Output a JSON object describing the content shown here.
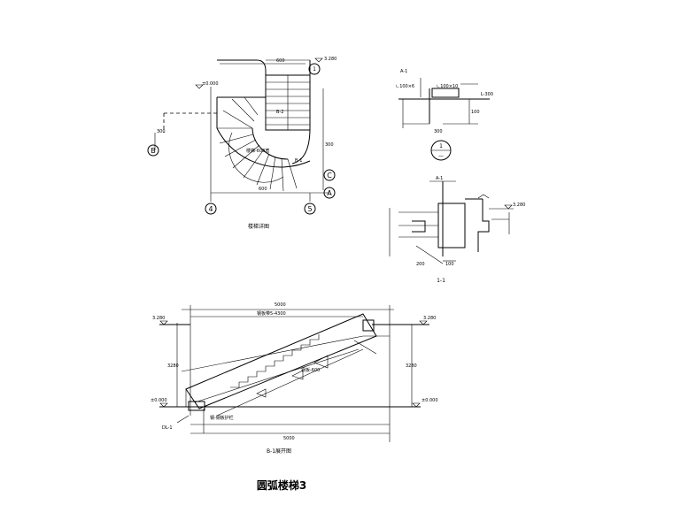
{
  "plan": {
    "title": "楼梯详图",
    "axis_labels": {
      "left_b": "B",
      "bottom_4": "4",
      "bottom_5": "5",
      "right_c": "C",
      "right_a": "A"
    },
    "levels": {
      "top": "3.280",
      "left": "±0.000"
    },
    "labels": {
      "b1": "B-1",
      "b2": "B-2",
      "stair_note": "楼梯-600宽",
      "dim_bottom": "600",
      "dim_right": "300",
      "dim_left": "300",
      "dim_top": "600"
    }
  },
  "section_marker": {
    "number": "1",
    "sub": "—"
  },
  "detail1": {
    "labels": {
      "a": "A-1",
      "b": "L-300",
      "c": "∟100×6",
      "d": "∟100×10",
      "e": "100",
      "f": "300"
    }
  },
  "section11": {
    "title": "1-1",
    "level": "3.280",
    "labels": {
      "a": "A-1",
      "b": "200",
      "c": "100"
    }
  },
  "elevation": {
    "title": "B-1展开图",
    "levels": {
      "left_top": "3.280",
      "left_bottom": "±0.000",
      "right_top": "3.280",
      "right_bottom": "±0.000"
    },
    "tag": "DL-1",
    "labels": {
      "top_dim": "5000",
      "mid_dim": "钢板带5-4300",
      "left_dim": "3280",
      "right_dim": "3280",
      "bottom_dim": "5000",
      "note": "钢-钢板护栏",
      "stringer": "钢板-600"
    }
  },
  "drawing_title": "圆弧楼梯3"
}
